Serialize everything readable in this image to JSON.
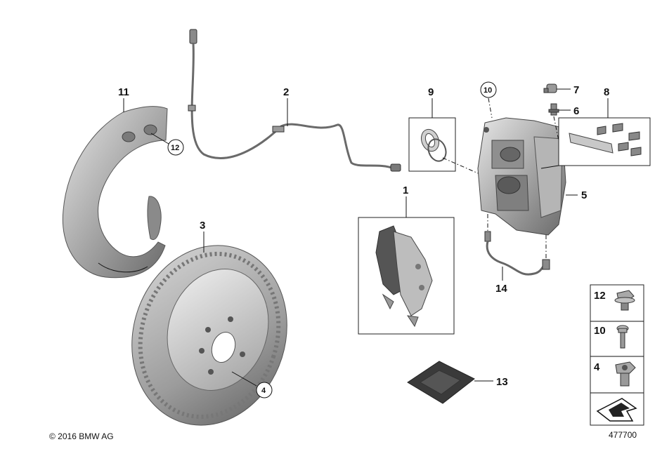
{
  "callouts": {
    "c1": "1",
    "c2": "2",
    "c3": "3",
    "c4": "4",
    "c5": "5",
    "c6": "6",
    "c7": "7",
    "c8": "8",
    "c9": "9",
    "c10": "10",
    "c11": "11",
    "c12": "12",
    "c13": "13",
    "c14": "14"
  },
  "legend": {
    "item_12": "12",
    "item_10": "10",
    "item_4": "4"
  },
  "footer": {
    "copyright": "© 2016 BMW AG",
    "diagram_number": "477700"
  },
  "colors": {
    "part_dark": "#6e6e6e",
    "part_mid": "#9a9a9a",
    "part_light": "#c9c9c9",
    "part_highlight": "#e3e3e3",
    "line": "#111111"
  }
}
